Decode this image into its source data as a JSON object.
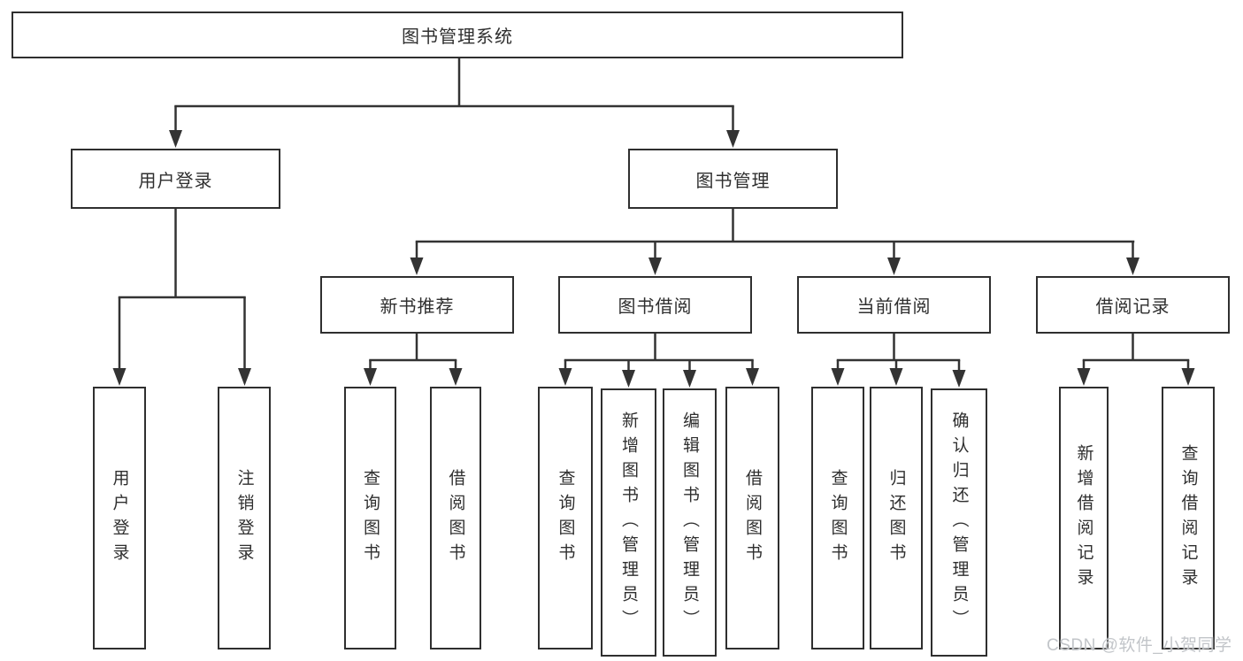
{
  "diagram": {
    "title": "图书管理系统",
    "branches": [
      {
        "label": "用户登录",
        "children": [
          "用户登录",
          "注销登录"
        ]
      },
      {
        "label": "图书管理",
        "modules": [
          {
            "label": "新书推荐",
            "children": [
              "查询图书",
              "借阅图书"
            ]
          },
          {
            "label": "图书借阅",
            "children": [
              "查询图书",
              "新增图书（管理员）",
              "编辑图书（管理员）",
              "借阅图书"
            ]
          },
          {
            "label": "当前借阅",
            "children": [
              "查询图书",
              "归还图书",
              "确认归还（管理员）"
            ]
          },
          {
            "label": "借阅记录",
            "children": [
              "新增借阅记录",
              "查询借阅记录"
            ]
          }
        ]
      }
    ]
  },
  "colors": {
    "line": "#333333",
    "text": "#2f2f2f",
    "watermark": "#c2c5c9"
  },
  "watermark": {
    "text": "CSDN @软件_小贺同学"
  }
}
